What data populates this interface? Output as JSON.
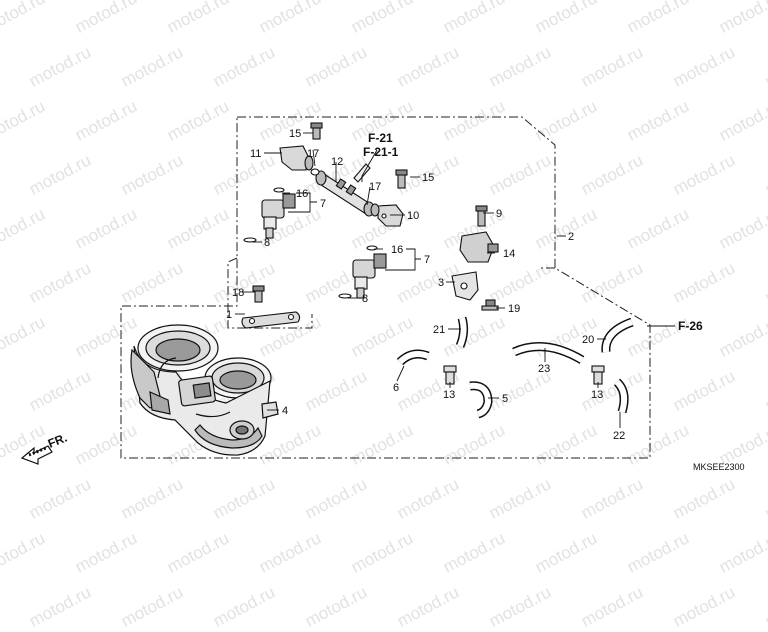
{
  "watermark": "motod.ru",
  "diagram_code": "MKSEE2300",
  "front_marker": "FR.",
  "refs": {
    "f21": "F-21",
    "f21_1": "F-21-1",
    "f26": "F-26"
  },
  "callouts": {
    "p1": "1",
    "p2": "2",
    "p3": "3",
    "p4": "4",
    "p5": "5",
    "p6": "6",
    "p7a": "7",
    "p7b": "7",
    "p8a": "8",
    "p8b": "8",
    "p10": "10",
    "p11": "11",
    "p12": "12",
    "p13a": "13",
    "p13b": "13",
    "p14": "14",
    "p15a": "15",
    "p15b": "15",
    "p16a": "16",
    "p16b": "16",
    "p17a": "17",
    "p17b": "17",
    "p18": "18",
    "p19": "19",
    "p20": "20",
    "p21": "21",
    "p22": "22",
    "p23": "23",
    "p9": "9"
  }
}
